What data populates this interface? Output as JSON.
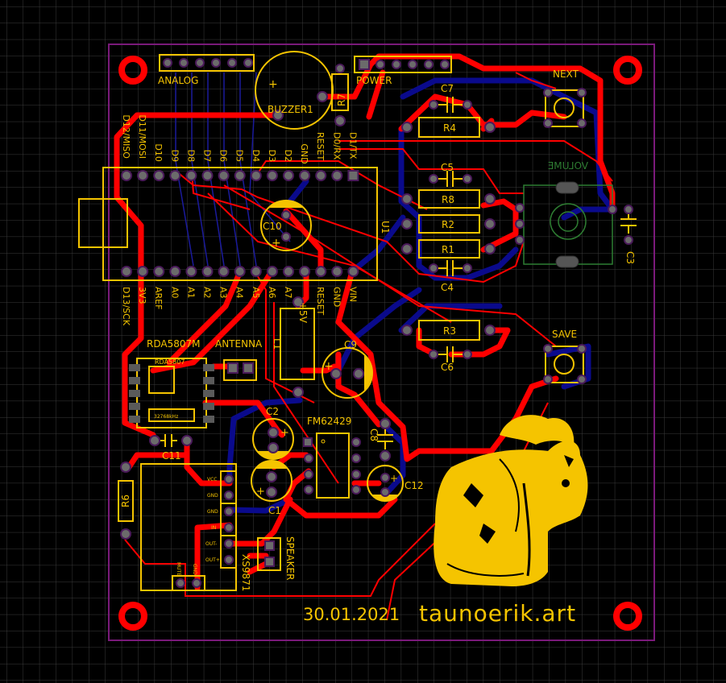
{
  "board": {
    "colors": {
      "background": "#000000",
      "grid": "#3a3a3a",
      "outline": "#7a1a7a",
      "silk": "#f5c400",
      "top_copper": "#ff0000",
      "bottom_copper": "#0a0a8c",
      "pot_outline": "#2e7d32"
    },
    "date": "30.01.2021",
    "signature": "taunoerik.art"
  },
  "headers": {
    "analog": "ANALOG",
    "power": "POWER",
    "antenna": "ANTENNA",
    "speaker": "SPEAKER"
  },
  "components": {
    "buzzer": "BUZZER1",
    "r7": "R7",
    "r4": "R4",
    "r8": "R8",
    "r2": "R2",
    "r1": "R1",
    "r3": "R3",
    "r6": "R6",
    "c7": "C7",
    "c5": "C5",
    "c4": "C4",
    "c6": "C6",
    "c3": "C3",
    "c10": "C10",
    "c9": "C9",
    "c2": "C2",
    "c1": "C1",
    "c8": "C8",
    "c11": "C11",
    "c12": "C12",
    "l1": "L1",
    "plus5v": "+5V",
    "u1": "U1",
    "rda_label": "RDA5807M",
    "rda_chip": "RDA5807",
    "crystal": "32768kHz",
    "fm": "FM62429",
    "xs": "XS9871",
    "next": "NEXT",
    "save": "SAVE",
    "volume": "VOLUME"
  },
  "arduino": {
    "top_pins": [
      "D12/MISO",
      "D11/MOSI",
      "D10",
      "D9",
      "D8",
      "D7",
      "D6",
      "D5",
      "D4",
      "D3",
      "D2",
      "GND",
      "RESET",
      "D0/RX",
      "D1/TX"
    ],
    "bottom_pins": [
      "D13/SCK",
      "3V3",
      "AREF",
      "A0",
      "A1",
      "A2",
      "A3",
      "A4",
      "A5",
      "A6",
      "A7",
      "+5V",
      "RESET",
      "GND",
      "VIN"
    ]
  },
  "xs9871_pins": [
    "VCC",
    "GND",
    "GND",
    "IN",
    "OUT-",
    "OUT+",
    "MUTE",
    "GND"
  ]
}
